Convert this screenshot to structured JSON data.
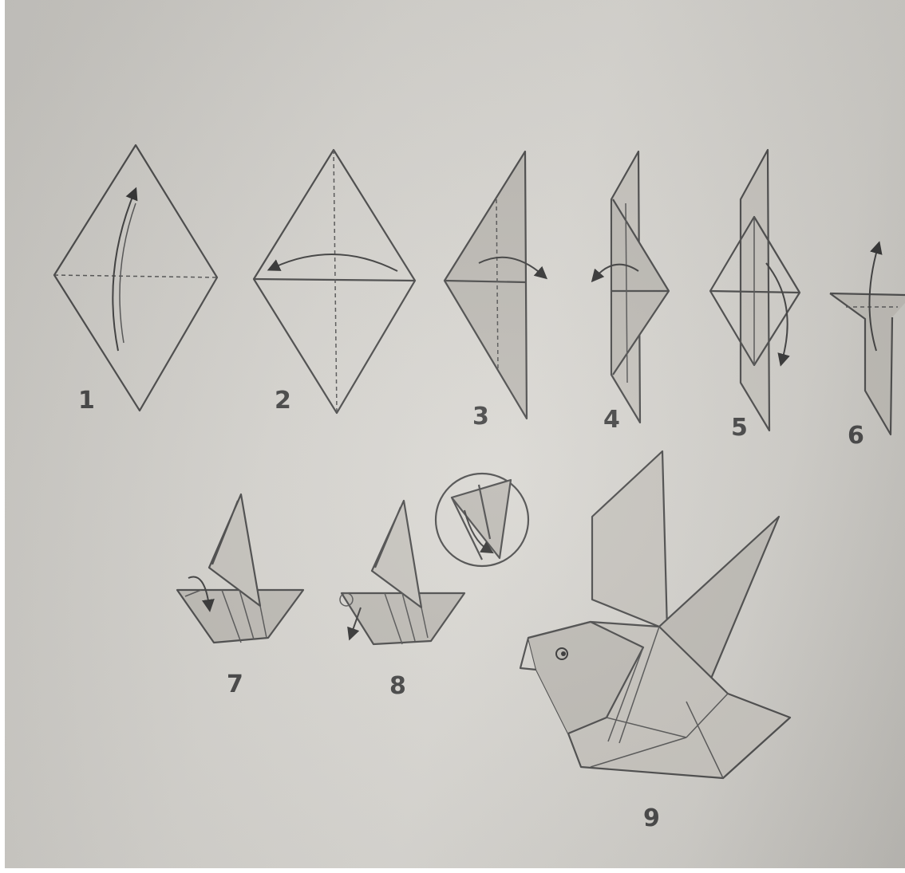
{
  "title": "",
  "steps": [
    {
      "number": "1"
    },
    {
      "number": "2"
    },
    {
      "number": "3"
    },
    {
      "number": "4"
    },
    {
      "number": "5"
    },
    {
      "number": "6"
    },
    {
      "number": "7"
    },
    {
      "number": "8"
    },
    {
      "number": "9"
    }
  ],
  "colors": {
    "paper": "#d6d4cf",
    "ink": "#4a4a4a",
    "shading": "#bdbab4"
  },
  "icons": [
    "fold-arrow-icon",
    "detail-magnifier-circle"
  ]
}
